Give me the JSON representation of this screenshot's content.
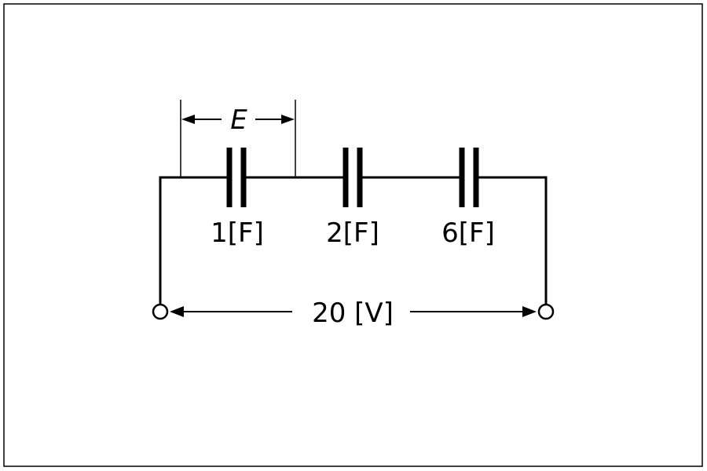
{
  "diagram": {
    "capacitors": [
      {
        "label": "1[F]"
      },
      {
        "label": "2[F]"
      },
      {
        "label": "6[F]"
      }
    ],
    "voltage_label": "E",
    "source_label": "20 [V]"
  }
}
